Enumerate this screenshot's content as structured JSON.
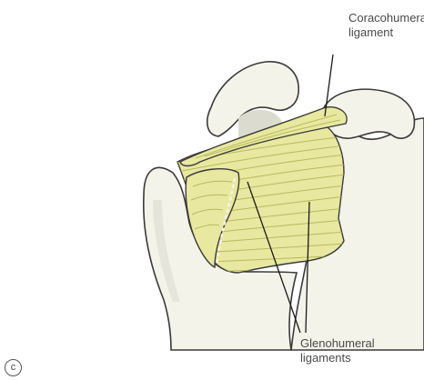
{
  "labels": {
    "coracohumeral": [
      "Coracohumeral",
      "ligament"
    ],
    "glenohumeral": [
      "Glenohumeral",
      "ligaments"
    ]
  },
  "panel_letter": "c",
  "colors": {
    "bone_fill": "#f4f3ea",
    "bone_shade": "#dcdbcf",
    "bone_outline": "#3a3a3a",
    "ligament_fill": "#e8e8a0",
    "ligament_fiber": "#b9b860",
    "leader_line": "#1a1a1a"
  }
}
